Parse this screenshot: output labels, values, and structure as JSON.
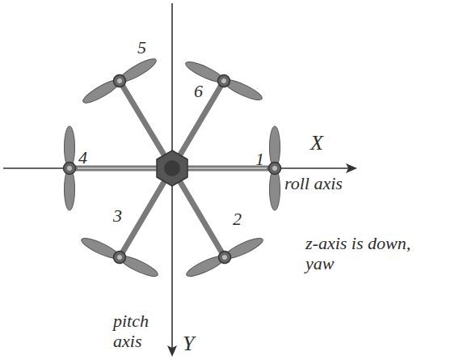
{
  "diagram": {
    "labels": [
      "1",
      "2",
      "3",
      "4",
      "5",
      "6",
      "X",
      "roll axis",
      "pitch axis",
      "Y",
      "z-axis is down, yaw"
    ]
  }
}
